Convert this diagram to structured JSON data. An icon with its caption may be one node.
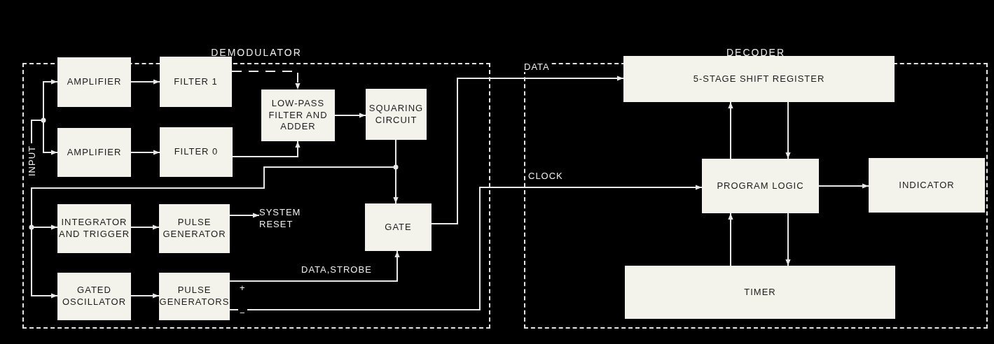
{
  "diagram": {
    "nodes": [
      {
        "text": [
          "DEMODULATOR"
        ]
      },
      {
        "text": [
          "DECODER"
        ]
      },
      {
        "text": [
          "INPUT"
        ],
        "in": 0
      },
      {
        "text": [
          "AMPLIFIER"
        ],
        "in": 0
      },
      {
        "text": [
          "AMPLIFIER"
        ],
        "in": 0
      },
      {
        "text": [
          "FILTER 1"
        ],
        "in": 0
      },
      {
        "text": [
          "FILTER 0"
        ],
        "in": 0
      },
      {
        "text": [
          "LOW-PASS FILTER AND ADDER"
        ],
        "in": 0
      },
      {
        "text": [
          "SQUARING CIRCUIT"
        ],
        "in": 0
      },
      {
        "text": [
          "INTEGRATOR AND TRIGGER"
        ],
        "in": 0
      },
      {
        "text": [
          "PULSE GENERATOR"
        ],
        "in": 0
      },
      {
        "text": [
          "SYSTEM RESET"
        ],
        "in": 0
      },
      {
        "text": [
          "GATE"
        ],
        "in": 0
      },
      {
        "text": [
          "GATED OSCILLATOR"
        ],
        "in": 0
      },
      {
        "text": [
          "PULSE GENERATORS"
        ],
        "in": 0
      },
      {
        "text": [
          "5-STAGE SHIFT REGISTER"
        ],
        "in": 1
      },
      {
        "text": [
          "PROGRAM LOGIC"
        ],
        "in": 1
      },
      {
        "text": [
          "INDICATOR"
        ],
        "in": 1
      },
      {
        "text": [
          "TIMER"
        ],
        "in": 1
      }
    ],
    "edges": [
      {
        "from": 2,
        "to": 3,
        "arrow": "to"
      },
      {
        "from": 2,
        "to": 4,
        "arrow": "to"
      },
      {
        "from": 3,
        "to": 5,
        "arrow": "to"
      },
      {
        "from": 4,
        "to": 6,
        "arrow": "to"
      },
      {
        "from": 5,
        "to": 7,
        "arrow": "to",
        "style": "dashed"
      },
      {
        "from": 6,
        "to": 7,
        "arrow": "to"
      },
      {
        "from": 7,
        "to": 8,
        "arrow": "to"
      },
      {
        "from": 8,
        "to": 12,
        "arrow": "to"
      },
      {
        "from": 8,
        "to": 9,
        "arrow": "to"
      },
      {
        "from": 8,
        "to": 13,
        "arrow": "to"
      },
      {
        "from": 9,
        "to": 10,
        "arrow": "to"
      },
      {
        "from": 10,
        "to": 11,
        "arrow": "to"
      },
      {
        "from": 13,
        "to": 14,
        "arrow": "to"
      },
      {
        "from": 12,
        "to": 15,
        "arrow": "to",
        "label": "DATA"
      },
      {
        "from": 14,
        "to": 12,
        "arrow": "to",
        "label": "DATA,STROBE"
      },
      {
        "from": 14,
        "to": 16,
        "arrow": "to",
        "label": "CLOCK"
      },
      {
        "from": 16,
        "to": 15,
        "arrow": "to"
      },
      {
        "from": 15,
        "to": 16,
        "arrow": "to"
      },
      {
        "from": 18,
        "to": 16,
        "arrow": "to"
      },
      {
        "from": 16,
        "to": 18,
        "arrow": "to"
      },
      {
        "from": 16,
        "to": 17,
        "arrow": "to"
      }
    ],
    "labels": [
      "+",
      "−"
    ]
  }
}
